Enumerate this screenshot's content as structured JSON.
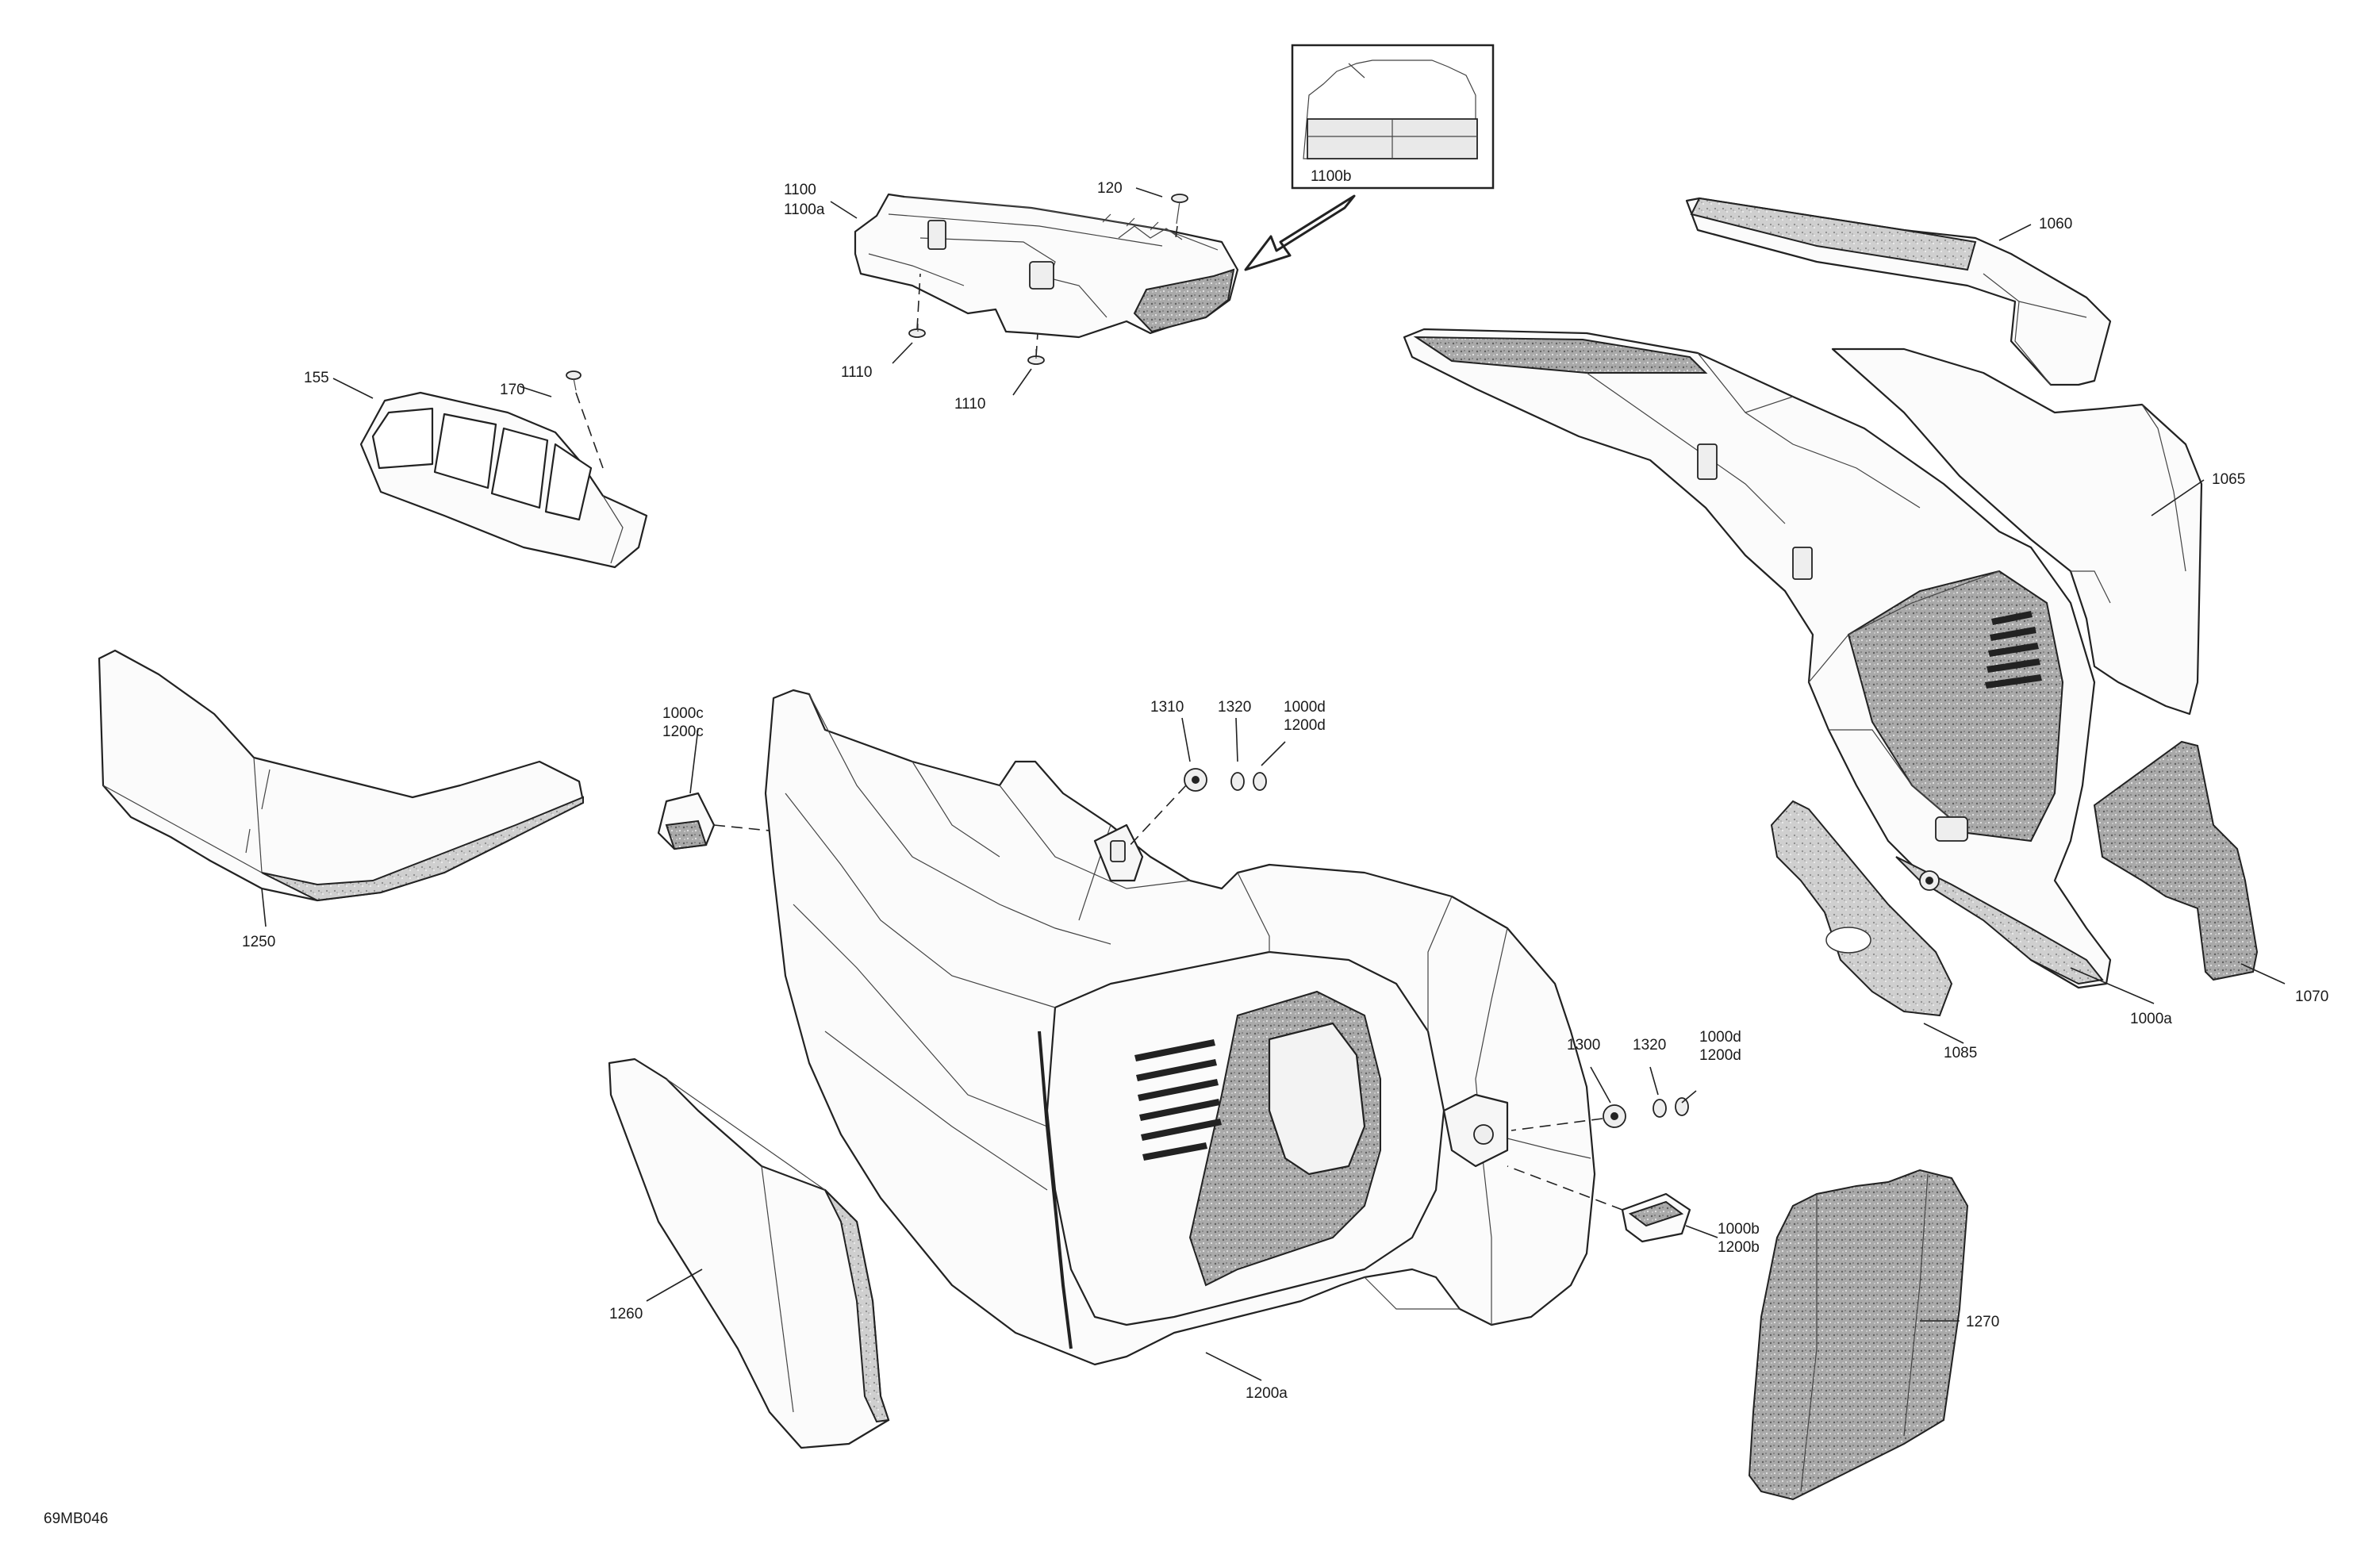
{
  "diagram_code": "69MB046",
  "callouts": {
    "c1100_1100a": [
      "1100",
      "1100a"
    ],
    "c120": "120",
    "c1100b": "1100b",
    "c1110_a": "1110",
    "c1110_b": "1110",
    "c155": "155",
    "c170": "170",
    "c1060": "1060",
    "c1065": "1065",
    "c1000c_1200c": [
      "1000c",
      "1200c"
    ],
    "c1310": "1310",
    "c1320_a": "1320",
    "c1000d_1200d_a": [
      "1000d",
      "1200d"
    ],
    "c1250": "1250",
    "c1070": "1070",
    "c1000a": "1000a",
    "c1085": "1085",
    "c1300": "1300",
    "c1320_b": "1320",
    "c1000d_1200d_b": [
      "1000d",
      "1200d"
    ],
    "c1000b_1200b": [
      "1000b",
      "1200b"
    ],
    "c1260": "1260",
    "c1270": "1270",
    "c1200a": "1200a"
  }
}
